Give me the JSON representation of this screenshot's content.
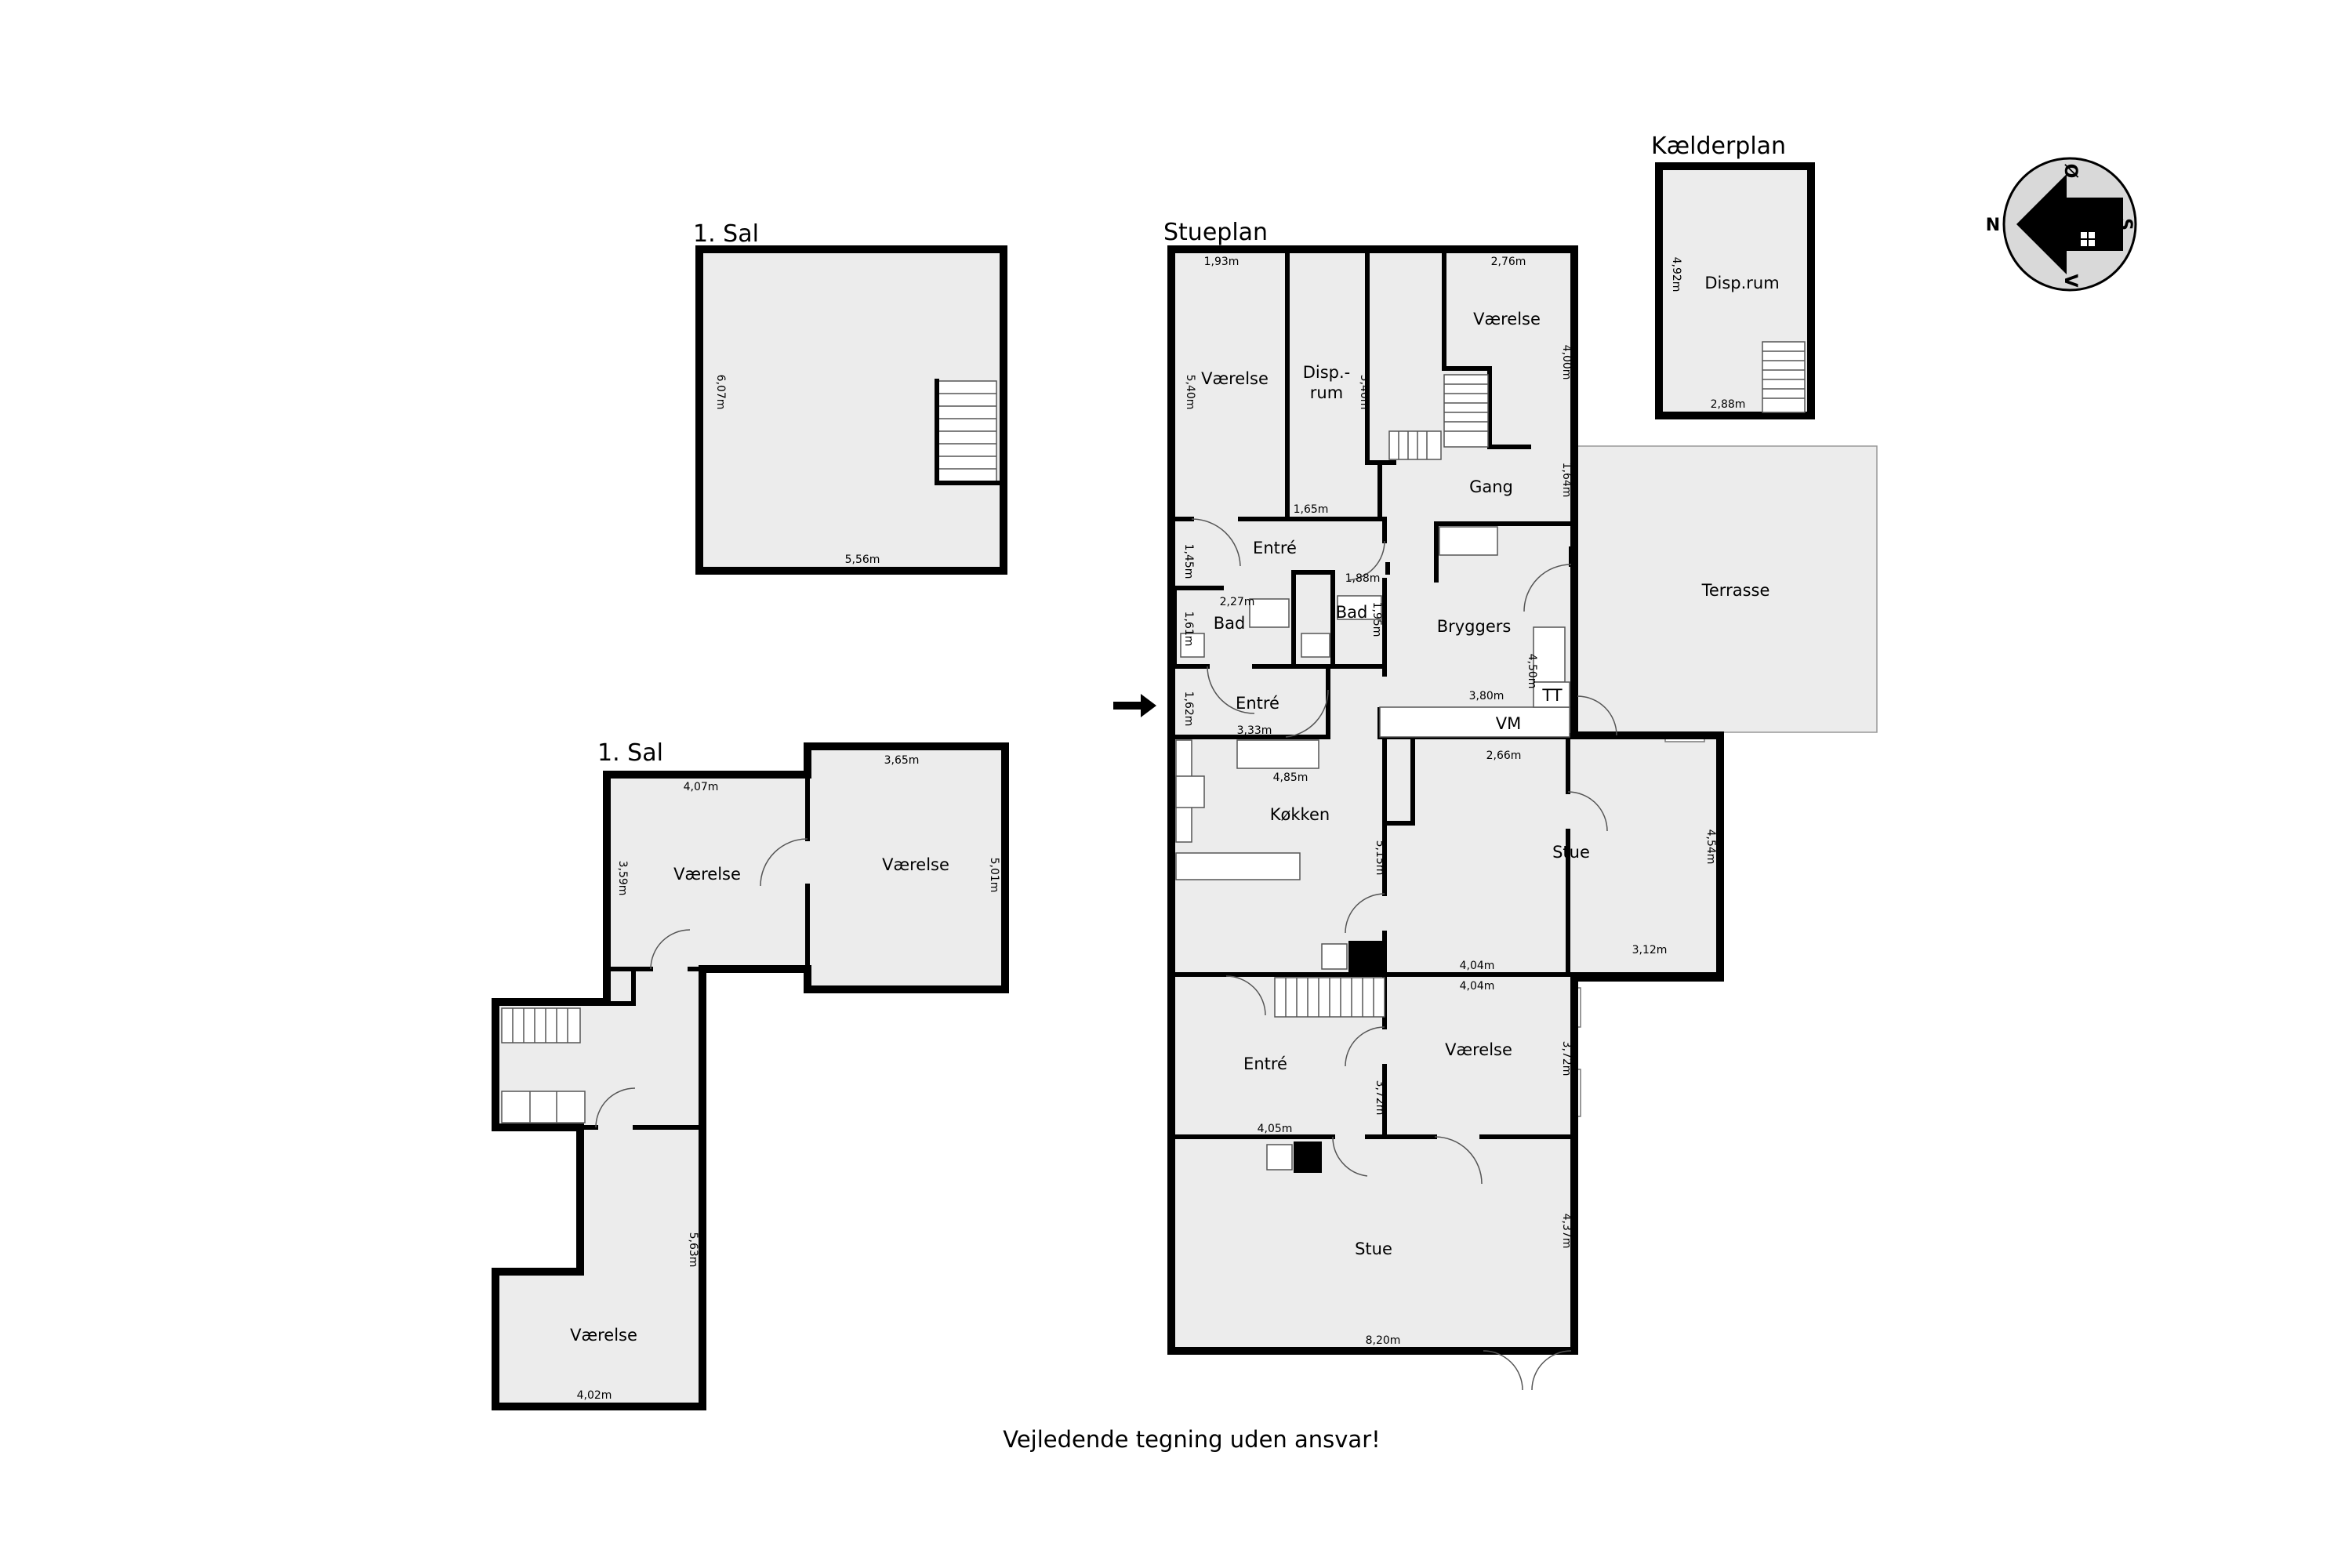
{
  "plans": {
    "sal_top": "1. Sal",
    "sal_bottom": "1. Sal",
    "stue": "Stueplan",
    "kaelder": "Kælderplan"
  },
  "rooms": {
    "stue_vaerelse_1": "Værelse",
    "stue_disp": "Disp.-",
    "stue_disp_2": "rum",
    "stue_vaerelse_2": "Værelse",
    "gang": "Gang",
    "entre_1": "Entré",
    "bad_1": "Bad",
    "bad_2": "Bad",
    "bryggers": "Bryggers",
    "terrasse": "Terrasse",
    "entre_2": "Entré",
    "tt": "TT",
    "vm": "VM",
    "koekken": "Køkken",
    "stue_1": "Stue",
    "entre_3": "Entré",
    "vaerelse_3": "Værelse",
    "stue_2": "Stue",
    "kaelder_disp": "Disp.rum",
    "sal_vaerelse_1": "Værelse",
    "sal_vaerelse_2": "Værelse",
    "sal_vaerelse_3": "Værelse"
  },
  "dimensions": {
    "sal_top_h": "6,07m",
    "sal_top_w": "5,56m",
    "s_193": "1,93m",
    "s_276": "2,76m",
    "s_540a": "5,40m",
    "s_540b": "5,40m",
    "s_400": "4,00m",
    "s_164": "1,64m",
    "s_165": "1,65m",
    "s_145": "1,45m",
    "s_188": "1,88m",
    "s_227": "2,27m",
    "s_161": "1,61m",
    "s_195": "1,95m",
    "s_450": "4,50m",
    "s_380": "3,80m",
    "s_162": "1,62m",
    "s_333": "3,33m",
    "s_485": "4,85m",
    "s_266": "2,66m",
    "s_515": "5,15m",
    "s_454": "4,54m",
    "s_404a": "4,04m",
    "s_312": "3,12m",
    "s_404b": "4,04m",
    "s_372a": "3,72m",
    "s_372b": "3,72m",
    "s_405": "4,05m",
    "s_437": "4,37m",
    "s_820": "8,20m",
    "k_492": "4,92m",
    "k_288": "2,88m",
    "b_407": "4,07m",
    "b_365": "3,65m",
    "b_359": "3,59m",
    "b_501": "5,01m",
    "b_563": "5,63m",
    "b_402": "4,02m"
  },
  "compass": {
    "n": "N",
    "o": "Ø",
    "s": "S",
    "v": "V"
  },
  "footer": "Vejledende tegning uden ansvar!",
  "colors": {
    "floor": "#ececec",
    "wall": "#000000"
  }
}
